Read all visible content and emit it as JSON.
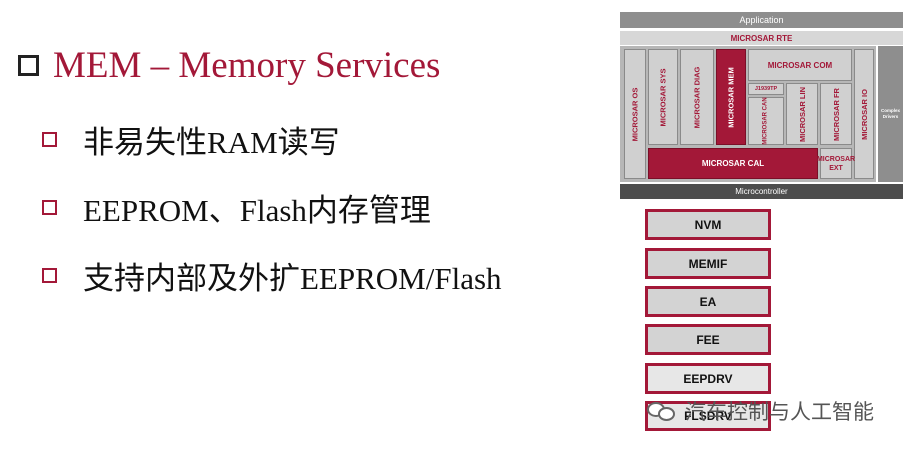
{
  "heading": "MEM – Memory Services",
  "bullets": [
    "非易失性RAM读写",
    "EEPROM、Flash内存管理",
    "支持内部及外扩EEPROM/Flash"
  ],
  "stack": {
    "application": "Application",
    "rte": "MICROSAR RTE",
    "os": "MICROSAR OS",
    "sys": "MICROSAR SYS",
    "diag": "MICROSAR DIAG",
    "mem": "MICROSAR MEM",
    "com": "MICROSAR COM",
    "j1939": "J1939TP",
    "can": "MICROSAR CAN",
    "lin": "MICROSAR LIN",
    "fr": "MICROSAR FR",
    "io": "MICROSAR IO",
    "cal": "MICROSAR CAL",
    "ext": "MICROSAR EXT",
    "complex": "Complex Drivers",
    "microcontroller": "Microcontroller"
  },
  "mem_modules": [
    "NVM",
    "MEMIF",
    "EA",
    "FEE",
    "EEPDRV",
    "FLSDRV"
  ],
  "watermark": "汽车控制与人工智能",
  "colors": {
    "accent": "#a31838",
    "grey": "#8e8e8e",
    "dark": "#4d4d4d"
  }
}
